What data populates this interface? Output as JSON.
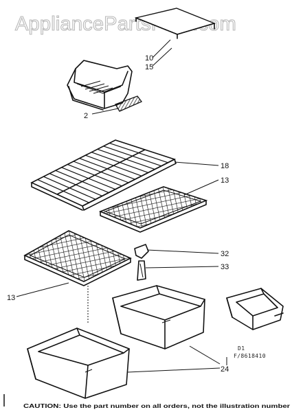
{
  "watermark": "AppliancePartsPros.com",
  "callouts": {
    "c10": "10",
    "c15": "15",
    "c2": "2",
    "c18": "18",
    "c13_right": "13",
    "c32": "32",
    "c33": "33",
    "c13_left": "13",
    "c24": "24"
  },
  "drawing_code": {
    "line1": "D1",
    "line2": "F/8618410"
  },
  "caution": "CAUTION: Use the part number on all orders, not the illustration number"
}
